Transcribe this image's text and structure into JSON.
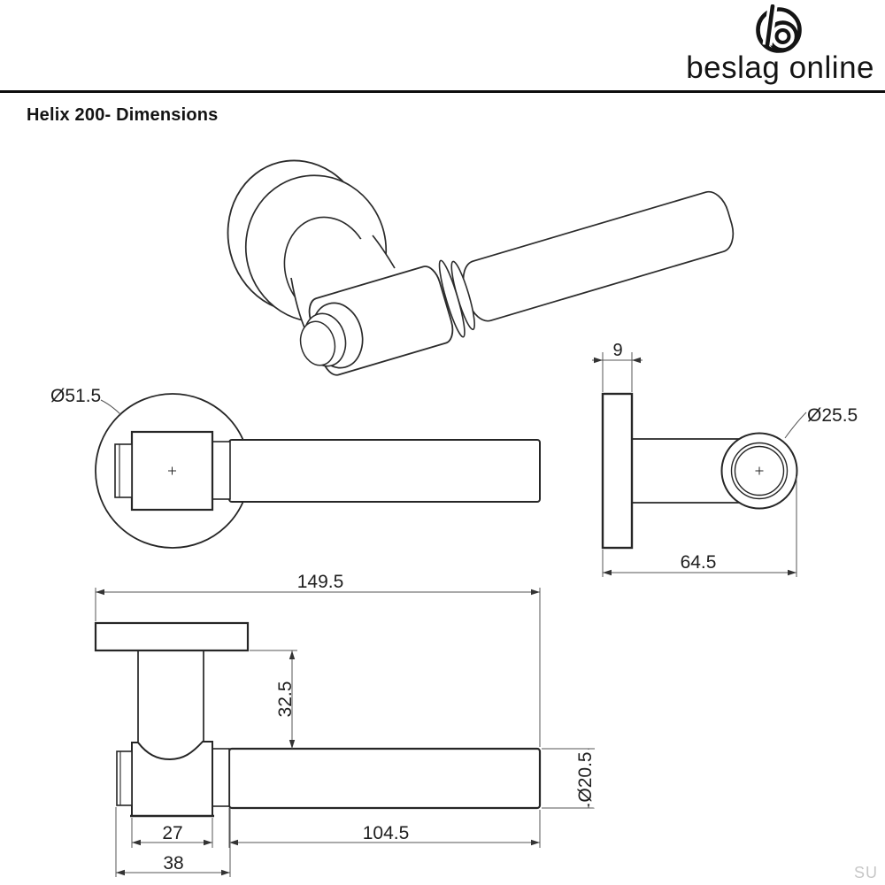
{
  "header": {
    "brand_name": "beslag online",
    "logo_icon": "beslag-b-logo-icon"
  },
  "page": {
    "title": "Helix 200- Dimensions",
    "watermark": "SU",
    "background": "#ffffff",
    "line_color": "#262626",
    "dimension_line_color": "#555555"
  },
  "drawing": {
    "dimensions": {
      "rose_diameter": "Ø51.5",
      "rose_thickness": "9",
      "grip_diameter": "Ø25.5",
      "overall_depth": "64.5",
      "overall_length": "149.5",
      "neck_offset": "32.5",
      "lever_diameter": "Ø20.5",
      "hub_width": "27",
      "lever_length": "104.5",
      "base_width": "38"
    }
  }
}
